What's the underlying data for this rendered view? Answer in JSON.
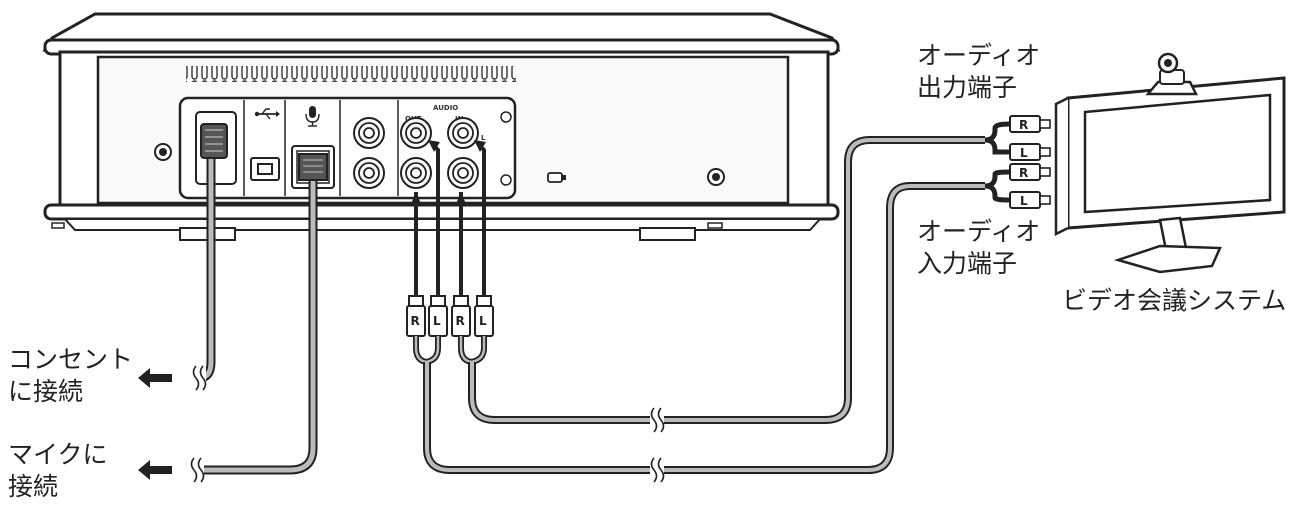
{
  "device_labels": {
    "audio": "AUDIO",
    "out": "OUT",
    "in": "IN",
    "l_mark": "L"
  },
  "plug_letters": {
    "r": "R",
    "l": "L"
  },
  "labels": {
    "audio_out_line1": "オーディオ",
    "audio_out_line2": "出力端子",
    "audio_in_line1": "オーディオ",
    "audio_in_line2": "入力端子",
    "video_system": "ビデオ会議システム",
    "outlet_line1": "コンセント",
    "outlet_line2": "に接続",
    "mic_line1": "マイクに",
    "mic_line2": "接続"
  },
  "icons": [
    "usb-icon",
    "microphone-icon",
    "speaker-icon",
    "arrow-left-icon",
    "break-mark-icon",
    "webcam-icon"
  ]
}
